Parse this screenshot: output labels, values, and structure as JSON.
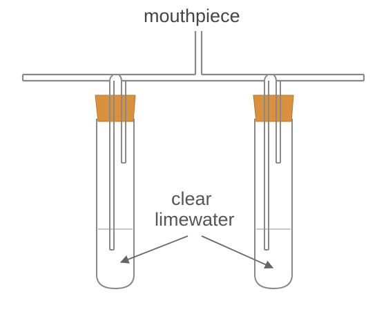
{
  "labels": {
    "mouthpiece": "mouthpiece",
    "clear": "clear",
    "limewater": "limewater"
  },
  "colors": {
    "tube_line": "#888888",
    "stopper": "#d9913f",
    "stopper_edge": "#b8762d",
    "liquid_line": "#b5b5b5",
    "text": "#555555",
    "arrow": "#666666"
  }
}
